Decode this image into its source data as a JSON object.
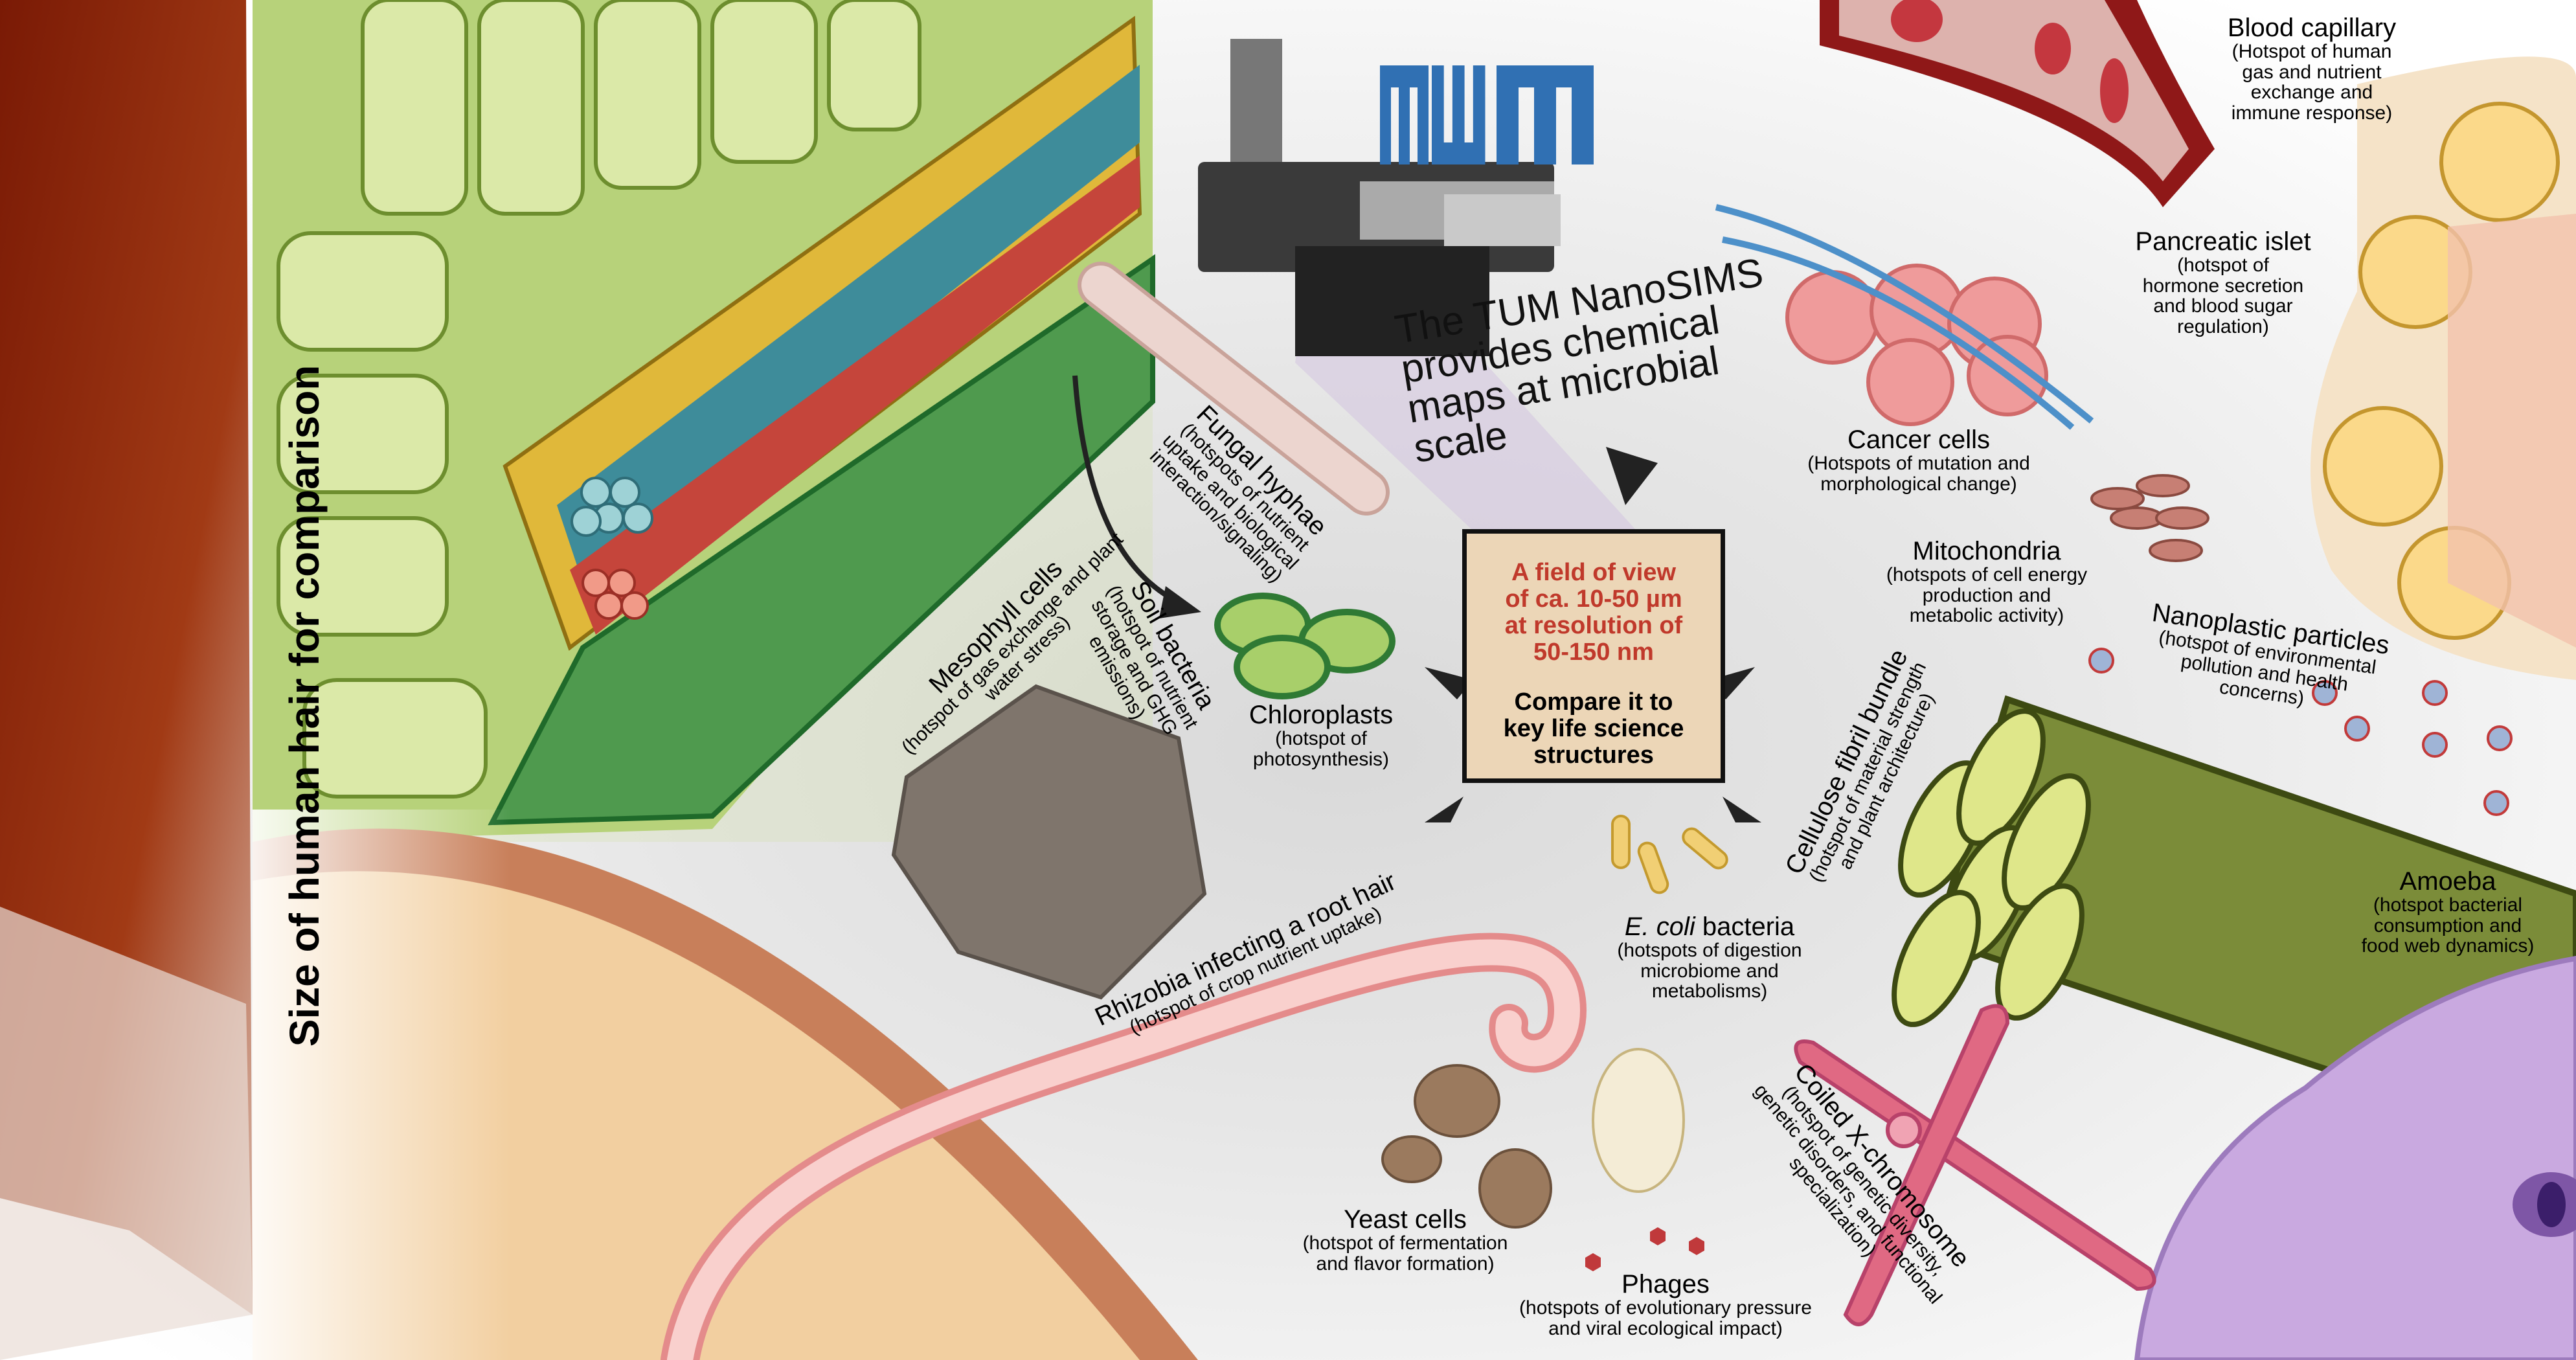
{
  "logo": {
    "text": "TUM",
    "color": "#3070b3"
  },
  "side_label": "Size of human hair for comparison",
  "title": {
    "lines": [
      "The TUM NanoSIMS",
      "provides chemical",
      "maps at microbial",
      "scale"
    ]
  },
  "fov_box": {
    "red_lines": [
      "A field of view",
      "of ca. 10-50 µm",
      "at resolution of",
      "50-150 nm"
    ],
    "black_lines": [
      "Compare it to",
      "key life science",
      "structures"
    ],
    "red_color": "#c0392b",
    "fill_color": "#ecd6b7"
  },
  "labels": {
    "blood_capillary": {
      "title": "Blood capillary",
      "sub": [
        "(Hotspot of human",
        "gas and nutrient",
        "exchange and",
        "immune response)"
      ]
    },
    "pancreatic_islet": {
      "title": "Pancreatic islet",
      "sub": [
        "(hotspot of",
        "hormone secretion",
        "and blood sugar",
        "regulation)"
      ]
    },
    "cancer_cells": {
      "title": "Cancer cells",
      "sub": [
        "(Hotspots of mutation and",
        "morphological change)"
      ]
    },
    "mitochondria": {
      "title": "Mitochondria",
      "sub": [
        "(hotspots of cell energy",
        "production and",
        "metabolic activity)"
      ]
    },
    "nanoplastics": {
      "title": "Nanoplastic particles",
      "sub": [
        "(hotspot of environmental",
        "pollution and health",
        "concerns)"
      ]
    },
    "amoeba": {
      "title": "Amoeba",
      "sub": [
        "(hotspot bacterial",
        "consumption and",
        "food web dynamics)"
      ]
    },
    "chloroplasts": {
      "title": "Chloroplasts",
      "sub": [
        "(hotspot of",
        "photosynthesis)"
      ]
    },
    "ecoli": {
      "title_italic": "E. coli",
      "title_rest": " bacteria",
      "sub": [
        "(hotspots of digestion",
        "microbiome and",
        "metabolisms)"
      ]
    },
    "yeast": {
      "title": "Yeast cells",
      "sub": [
        "(hotspot of fermentation",
        "and flavor formation)"
      ]
    },
    "phages": {
      "title": "Phages",
      "sub": [
        "(hotspots of evolutionary pressure",
        "and viral ecological impact)"
      ]
    },
    "fungal_hyphae": {
      "title": "Fungal hyphae",
      "sub": [
        "(hotspots of nutrient",
        "uptake and biological",
        "interaction/signaling)"
      ]
    },
    "soil_bacteria": {
      "title": "Soil bacteria",
      "sub": [
        "(hotspot of nutrient",
        "storage and GHG",
        "emissions)"
      ]
    },
    "mesophyll": {
      "title": "Mesophyll cells",
      "sub": [
        "(hotspot of gas exchange and plant",
        "water stress)"
      ]
    },
    "rhizobia": {
      "title": "Rhizobia infecting a root hair",
      "sub": [
        "(hotspot of crop nutrient uptake)"
      ]
    },
    "cellulose": {
      "title": "Cellulose fibril bundle",
      "sub": [
        "(hotspot of material strength",
        "and plant architecture)"
      ]
    },
    "chromosome": {
      "title": "Coiled X-chromosome",
      "sub": [
        "(hotspot of genetic diversity,",
        "genetic disorders, and functional",
        "specialization)"
      ]
    }
  }
}
